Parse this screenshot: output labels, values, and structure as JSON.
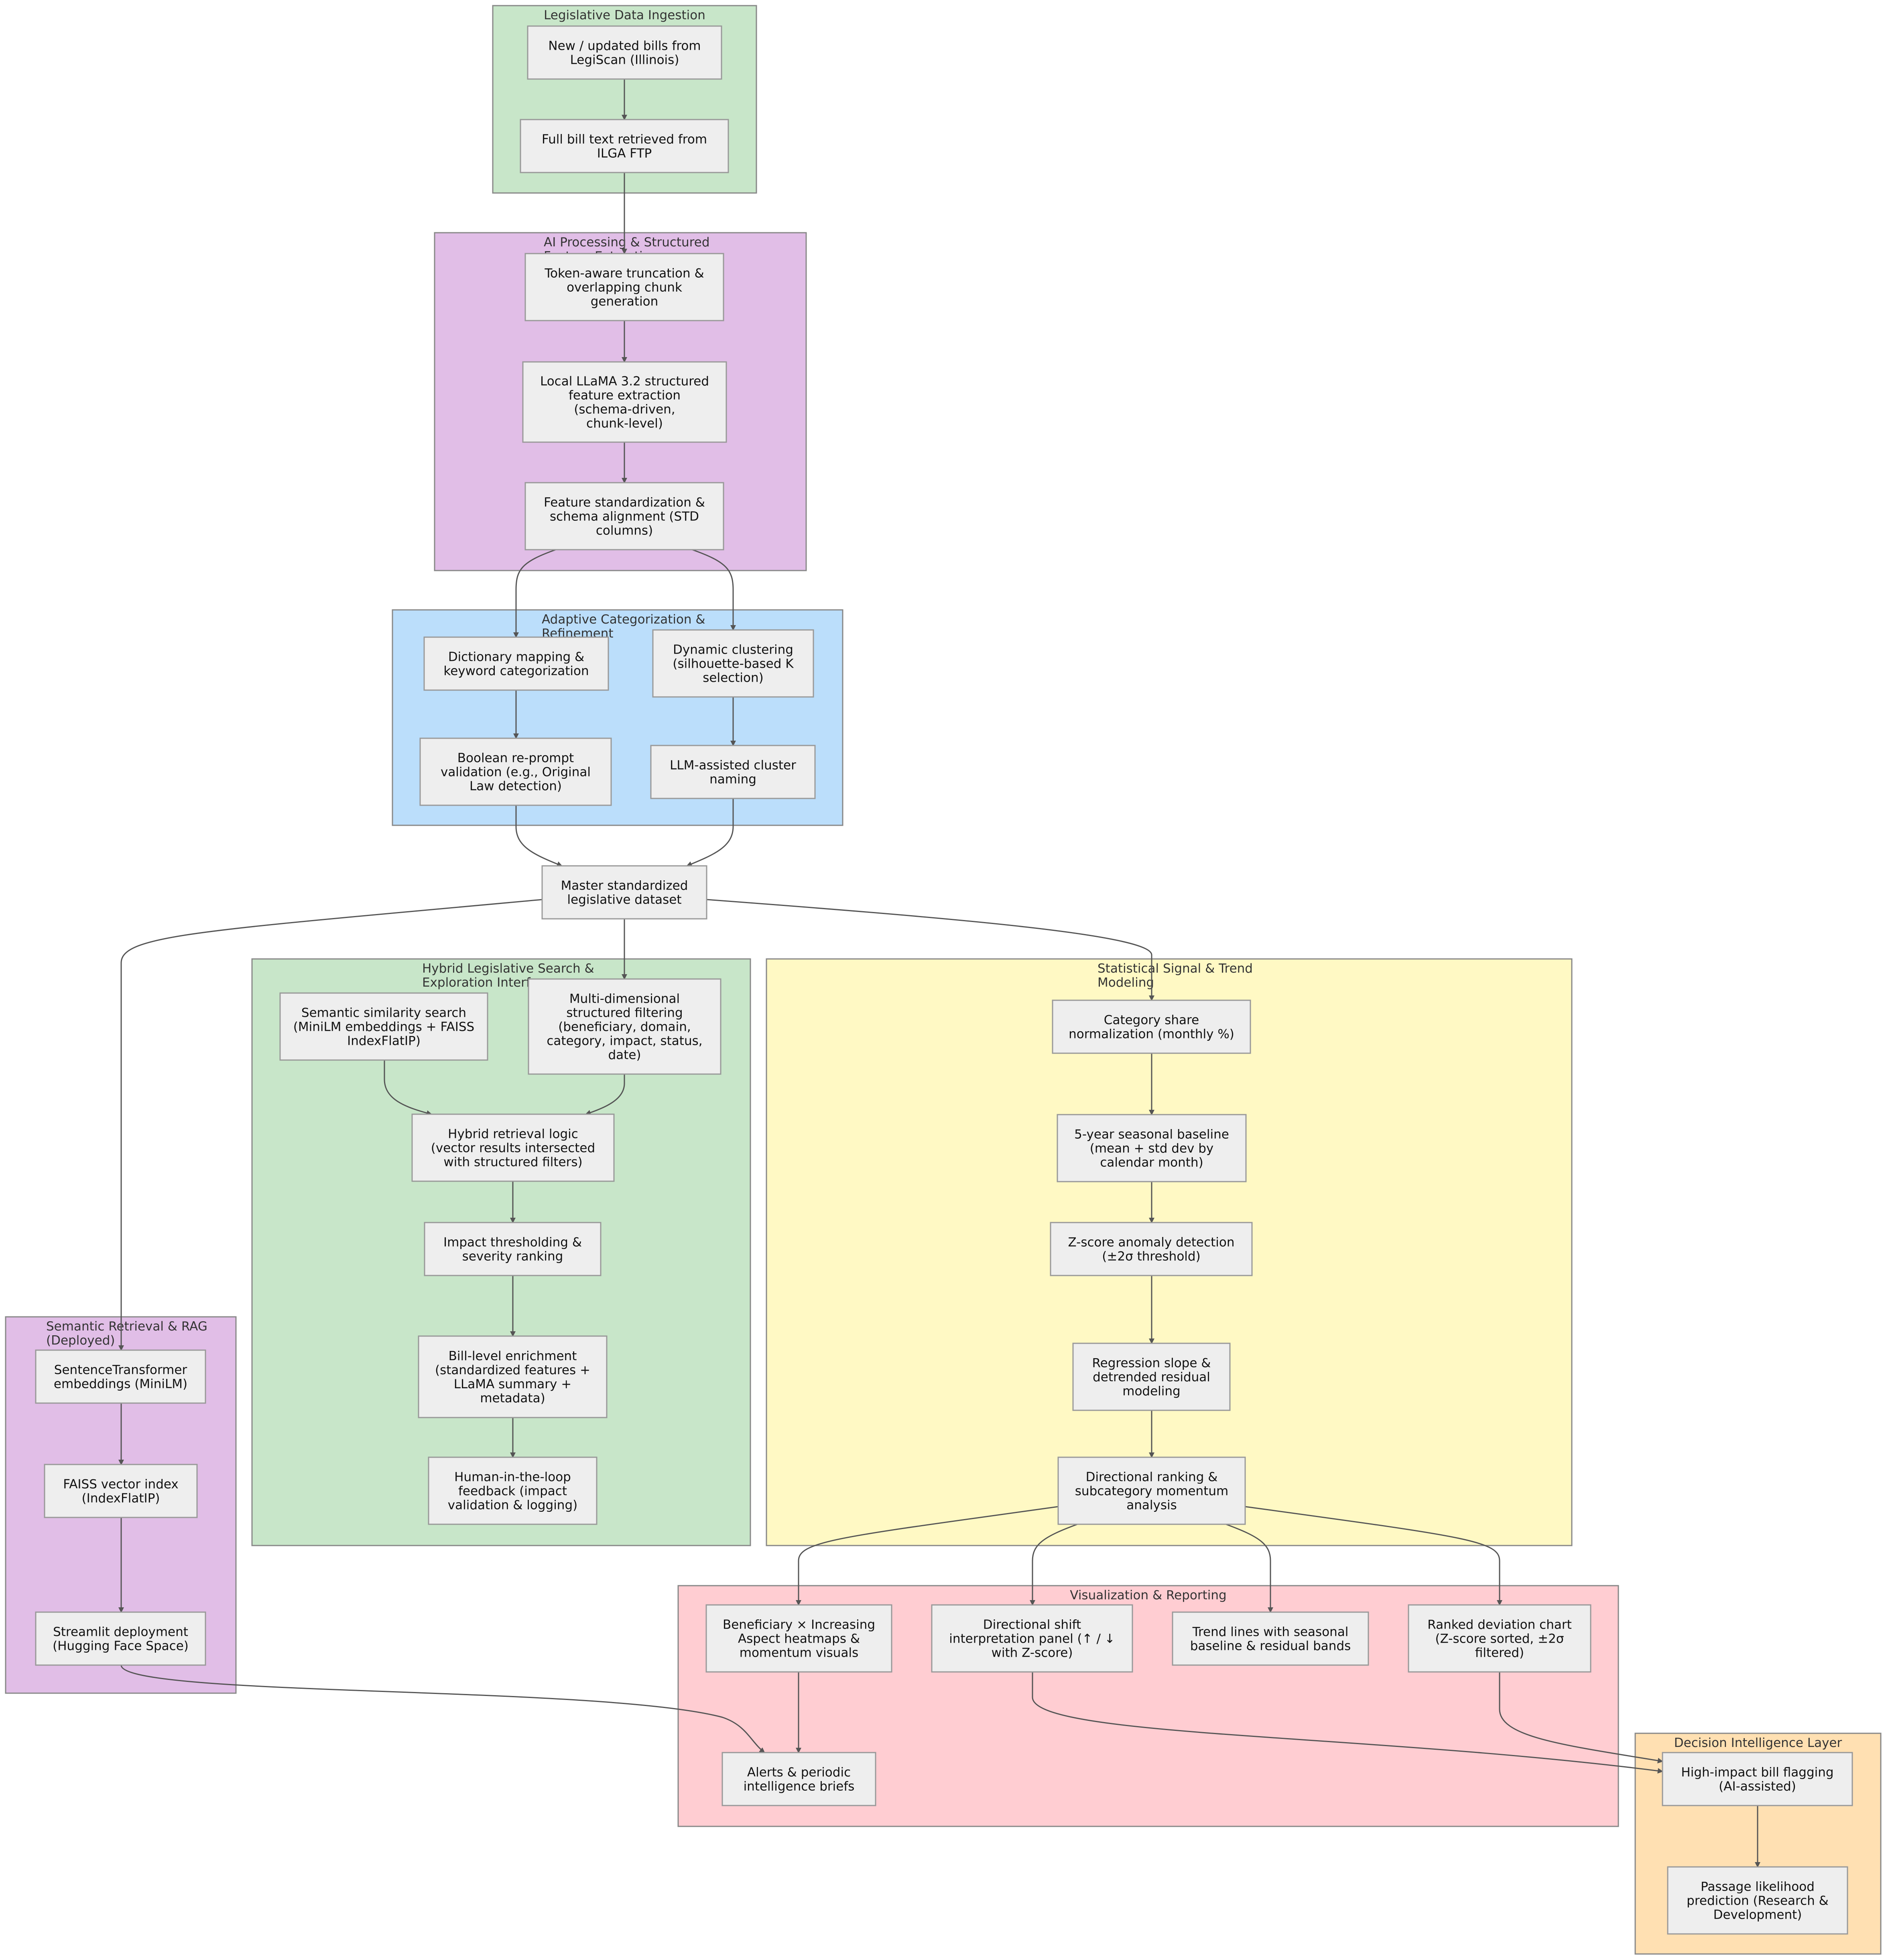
{
  "clusters": {
    "ingestion": {
      "title": [
        "Legislative Data Ingestion"
      ],
      "color": "#c8e6c9"
    },
    "ai": {
      "title": [
        "AI Processing & Structured",
        "Feature Extraction"
      ],
      "color": "#e1bee7"
    },
    "categorization": {
      "title": [
        "Adaptive Categorization &",
        "Refinement"
      ],
      "color": "#bbdefb"
    },
    "search": {
      "title": [
        "Hybrid Legislative Search &",
        "Exploration Interface"
      ],
      "color": "#c8e6c9"
    },
    "statistical": {
      "title": [
        "Statistical Signal & Trend",
        "Modeling"
      ],
      "color": "#fff9c4"
    },
    "semantic": {
      "title": [
        "Semantic Retrieval & RAG",
        "(Deployed)"
      ],
      "color": "#e1bee7"
    },
    "visualization": {
      "title": [
        "Visualization & Reporting"
      ],
      "color": "#ffcdd2"
    },
    "decision": {
      "title": [
        "Decision Intelligence Layer"
      ],
      "color": "#ffe0b2"
    }
  },
  "nodes": {
    "bills_new": [
      "New / updated bills from",
      "LegiScan (Illinois)"
    ],
    "bill_text": [
      "Full bill text retrieved from",
      "ILGA FTP"
    ],
    "truncation": [
      "Token-aware truncation &",
      "overlapping chunk",
      "generation"
    ],
    "llama_extract": [
      "Local LLaMA 3.2 structured",
      "feature extraction",
      "(schema-driven,",
      "chunk-level)"
    ],
    "standardization": [
      "Feature standardization &",
      "schema alignment (STD",
      "columns)"
    ],
    "dictionary": [
      "Dictionary mapping &",
      "keyword categorization"
    ],
    "clustering": [
      "Dynamic clustering",
      "(silhouette-based K",
      "selection)"
    ],
    "boolean": [
      "Boolean re-prompt",
      "validation (e.g., Original",
      "Law detection)"
    ],
    "cluster_naming": [
      "LLM-assisted cluster",
      "naming"
    ],
    "master": [
      "Master standardized",
      "legislative dataset"
    ],
    "semantic_search": [
      "Semantic similarity search",
      "(MiniLM embeddings + FAISS",
      "IndexFlatIP)"
    ],
    "multi_filter": [
      "Multi-dimensional",
      "structured filtering",
      "(beneficiary, domain,",
      "category, impact, status,",
      "date)"
    ],
    "hybrid": [
      "Hybrid retrieval logic",
      "(vector results intersected",
      "with structured filters)"
    ],
    "impact": [
      "Impact thresholding &",
      "severity ranking"
    ],
    "enrichment": [
      "Bill-level enrichment",
      "(standardized features +",
      "LLaMA summary +",
      "metadata)"
    ],
    "hitl": [
      "Human-in-the-loop",
      "feedback (impact",
      "validation & logging)"
    ],
    "category_share": [
      "Category share",
      "normalization (monthly %)"
    ],
    "baseline": [
      "5-year seasonal baseline",
      "(mean + std dev by",
      "calendar month)"
    ],
    "zscore": [
      "Z-score anomaly detection",
      "(±2σ threshold)"
    ],
    "regression": [
      "Regression slope &",
      "detrended residual",
      "modeling"
    ],
    "directional": [
      "Directional ranking &",
      "subcategory momentum",
      "analysis"
    ],
    "sentence_tf": [
      "SentenceTransformer",
      "embeddings (MiniLM)"
    ],
    "faiss": [
      "FAISS vector index",
      "(IndexFlatIP)"
    ],
    "streamlit": [
      "Streamlit deployment",
      "(Hugging Face Space)"
    ],
    "heatmaps": [
      "Beneficiary × Increasing",
      "Aspect heatmaps &",
      "momentum visuals"
    ],
    "shift_panel": [
      "Directional shift",
      "interpretation panel (↑ / ↓",
      "with Z-score)"
    ],
    "trend_lines": [
      "Trend lines with seasonal",
      "baseline & residual bands"
    ],
    "deviation_chart": [
      "Ranked deviation chart",
      "(Z-score sorted, ±2σ",
      "filtered)"
    ],
    "alerts": [
      "Alerts & periodic",
      "intelligence briefs"
    ],
    "high_impact": [
      "High-impact bill flagging",
      "(AI-assisted)"
    ],
    "passage": [
      "Passage likelihood",
      "prediction (Research &",
      "Development)"
    ]
  },
  "edges": [
    [
      "bills_new",
      "bill_text"
    ],
    [
      "bill_text",
      "truncation"
    ],
    [
      "truncation",
      "llama_extract"
    ],
    [
      "llama_extract",
      "standardization"
    ],
    [
      "standardization",
      "dictionary"
    ],
    [
      "standardization",
      "clustering"
    ],
    [
      "dictionary",
      "boolean"
    ],
    [
      "clustering",
      "cluster_naming"
    ],
    [
      "boolean",
      "master"
    ],
    [
      "cluster_naming",
      "master"
    ],
    [
      "master",
      "multi_filter"
    ],
    [
      "master",
      "category_share"
    ],
    [
      "master",
      "sentence_tf"
    ],
    [
      "semantic_search",
      "hybrid"
    ],
    [
      "multi_filter",
      "hybrid"
    ],
    [
      "hybrid",
      "impact"
    ],
    [
      "impact",
      "enrichment"
    ],
    [
      "enrichment",
      "hitl"
    ],
    [
      "category_share",
      "baseline"
    ],
    [
      "baseline",
      "zscore"
    ],
    [
      "zscore",
      "regression"
    ],
    [
      "regression",
      "directional"
    ],
    [
      "directional",
      "heatmaps"
    ],
    [
      "directional",
      "shift_panel"
    ],
    [
      "directional",
      "trend_lines"
    ],
    [
      "directional",
      "deviation_chart"
    ],
    [
      "sentence_tf",
      "faiss"
    ],
    [
      "faiss",
      "streamlit"
    ],
    [
      "streamlit",
      "alerts"
    ],
    [
      "heatmaps",
      "alerts"
    ],
    [
      "shift_panel",
      "high_impact"
    ],
    [
      "deviation_chart",
      "high_impact"
    ],
    [
      "high_impact",
      "passage"
    ]
  ]
}
